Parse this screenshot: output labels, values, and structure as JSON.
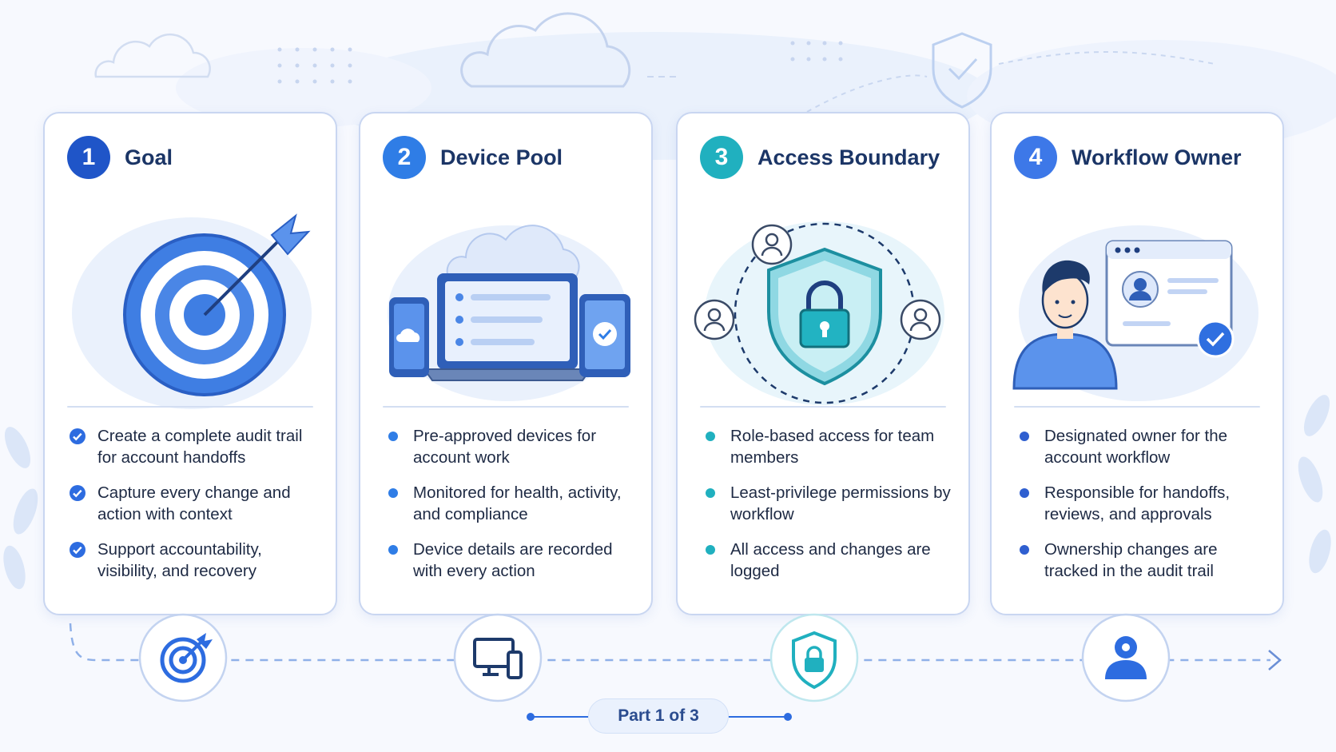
{
  "colors": {
    "step1": "#1f55c8",
    "step2": "#2f7de6",
    "step3": "#20b0bf",
    "step4": "#3d78e8",
    "title": "#1b3566",
    "text": "#1e2a44",
    "line": "#8fb0e8"
  },
  "steps": [
    {
      "number": "1",
      "title": "Goal",
      "icon": "target-icon",
      "bullet_style": "check",
      "bullets": [
        "Create a complete audit trail for account handoffs",
        "Capture every change and action with context",
        "Support accountability, visibility, and recovery"
      ]
    },
    {
      "number": "2",
      "title": "Device Pool",
      "icon": "devices-icon",
      "bullet_style": "dot",
      "bullets": [
        "Pre-approved devices for account work",
        "Monitored for health, activity, and compliance",
        "Device details are recorded with every action"
      ]
    },
    {
      "number": "3",
      "title": "Access Boundary",
      "icon": "shield-lock-icon",
      "bullet_style": "dot",
      "bullets": [
        "Role-based access for team members",
        "Least-privilege permissions by workflow",
        "All access and changes are logged"
      ]
    },
    {
      "number": "4",
      "title": "Workflow Owner",
      "icon": "user-icon",
      "bullet_style": "dot",
      "bullets": [
        "Designated owner for the account workflow",
        "Responsible for handoffs, reviews, and approvals",
        "Ownership changes are tracked in the audit trail"
      ]
    }
  ],
  "footer": {
    "part_label": "Part 1 of 3"
  }
}
